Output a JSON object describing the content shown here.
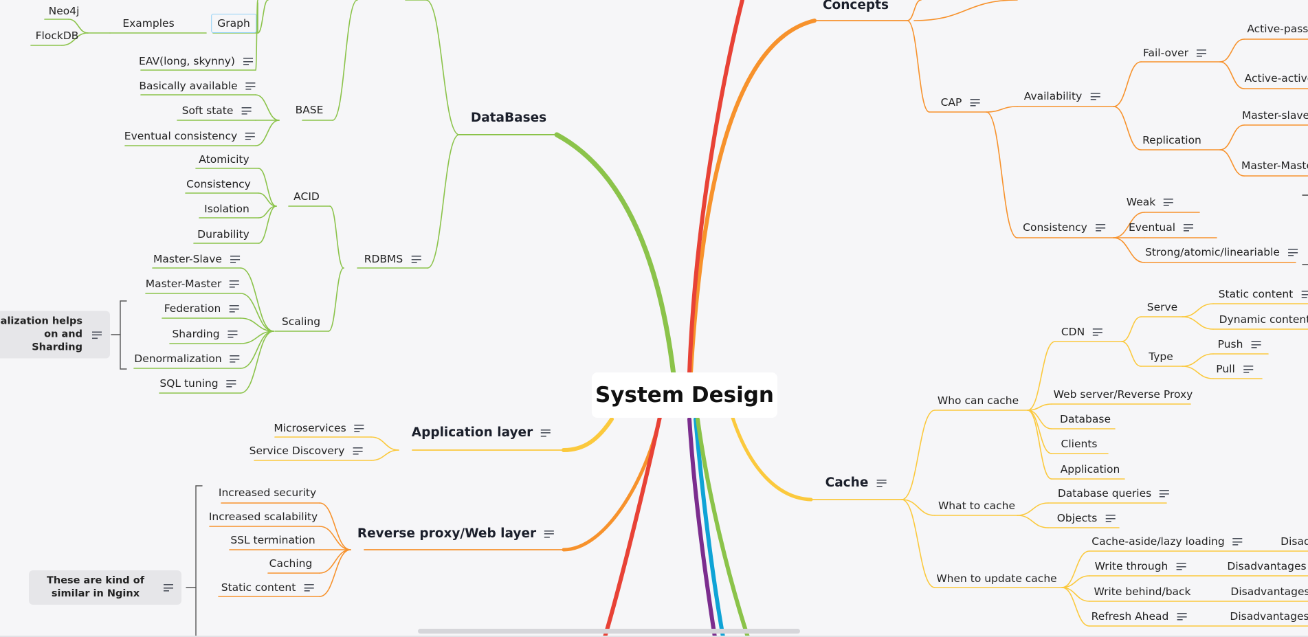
{
  "colors": {
    "databases": "#8bc34a",
    "concepts": "#f7922c",
    "cache": "#fbc93d",
    "app_layer": "#fbc93d",
    "reverse_proxy": "#f7922c",
    "red": "#e84236",
    "purple": "#7b2d8e",
    "cyan": "#0fa3d6",
    "note_bg": "#e6e6e9"
  },
  "root": {
    "label": "System Design"
  },
  "databases": {
    "label": "DataBases",
    "graph": {
      "label": "Graph",
      "examples": "Examples",
      "items": [
        "Neo4j",
        "FlockDB"
      ]
    },
    "eav": "EAV(long, skynny)",
    "base": {
      "label": "BASE",
      "items": [
        "Basically available",
        "Soft state",
        "Eventual consistency"
      ]
    },
    "acid": {
      "label": "ACID",
      "items": [
        "Atomicity",
        "Consistency",
        "Isolation",
        "Durability"
      ]
    },
    "rdbms": "RDBMS",
    "scaling": {
      "label": "Scaling",
      "items": [
        "Master-Slave",
        "Master-Master",
        "Federation",
        "Sharding",
        "Denormalization",
        "SQL tuning"
      ]
    },
    "note": "alization helps\non and Sharding"
  },
  "app_layer": {
    "label": "Application layer",
    "items": [
      "Microservices",
      "Service Discovery"
    ]
  },
  "reverse_proxy": {
    "label": "Reverse proxy/Web layer",
    "items": [
      "Increased security",
      "Increased scalability",
      "SSL termination",
      "Caching",
      "Static content"
    ],
    "note": "These are kind of similar in Nginx"
  },
  "concepts": {
    "label": "Concepts",
    "cap": "CAP",
    "availability": "Availability",
    "failover": {
      "label": "Fail-over",
      "items": [
        "Active-passi",
        "Active-active"
      ]
    },
    "replication": {
      "label": "Replication",
      "items": [
        "Master-slave",
        "Master-Maste"
      ]
    },
    "consistency": {
      "label": "Consistency",
      "items": [
        "Weak",
        "Eventual",
        "Strong/atomic/lineariable"
      ]
    }
  },
  "cache": {
    "label": "Cache",
    "who": "Who can cache",
    "cdn": "CDN",
    "serve": {
      "label": "Serve",
      "items": [
        "Static content",
        "Dynamic content"
      ]
    },
    "type": {
      "label": "Type",
      "items": [
        "Push",
        "Pull"
      ]
    },
    "who_items": [
      "Web server/Reverse Proxy",
      "Database",
      "Clients",
      "Application"
    ],
    "what": {
      "label": "What to cache",
      "items": [
        "Database queries",
        "Objects"
      ]
    },
    "when": {
      "label": "When to update cache",
      "items": [
        "Cache-aside/lazy loading",
        "Write through",
        "Write behind/back",
        "Refresh Ahead"
      ],
      "disadvantages": [
        "Disad",
        "Disadvantages",
        "Disadvantages",
        "Disadvantages"
      ]
    }
  }
}
